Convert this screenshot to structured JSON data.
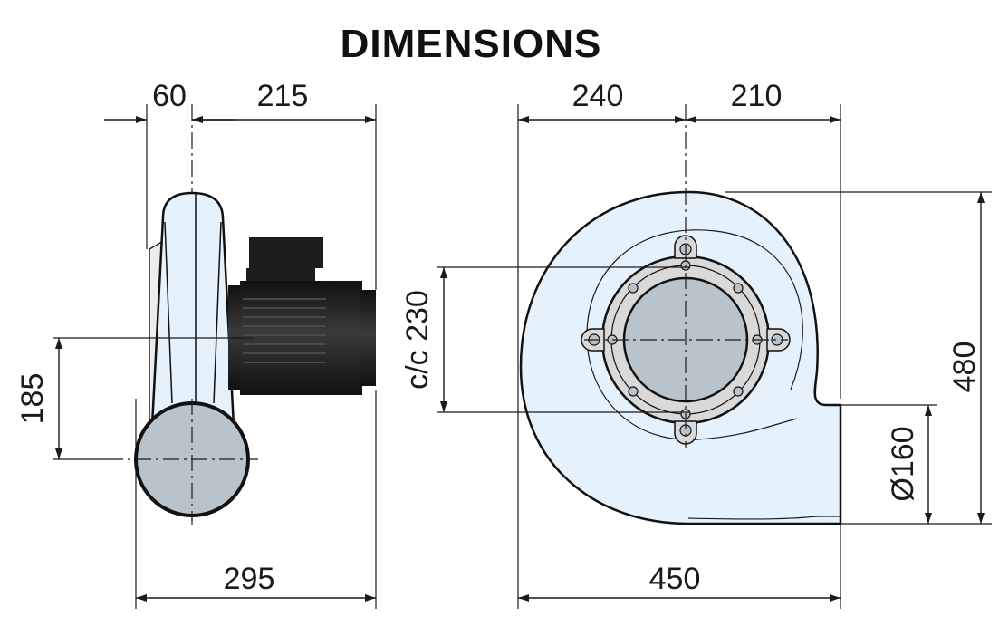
{
  "title": "DIMENSIONS",
  "side_view": {
    "top_dims": [
      "60",
      "215"
    ],
    "bottom_dim": "295",
    "height_dim": "185"
  },
  "front_view": {
    "top_dims": [
      "240",
      "210"
    ],
    "bottom_dim": "450",
    "inlet_cc": "c/c 230",
    "total_height": "480",
    "outlet_diameter": "Ø160"
  },
  "colors": {
    "housing": "#e6f2fb",
    "duct": "#b9c3cc",
    "flange": "#d9d9d9",
    "motor": "#1e1e1e"
  }
}
